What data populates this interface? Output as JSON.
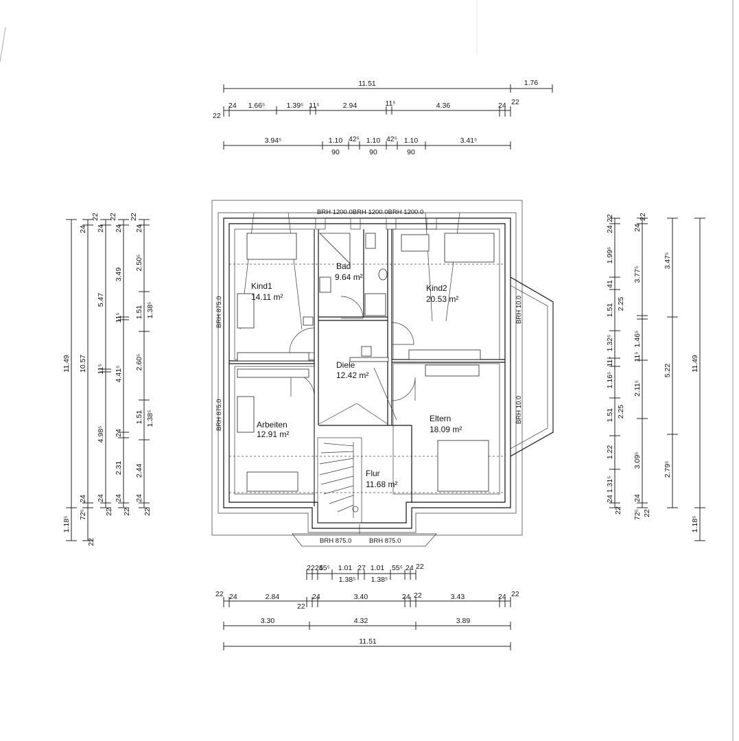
{
  "rooms": [
    {
      "name": "Kind1",
      "area": "14.11 m²"
    },
    {
      "name": "Bad",
      "area": "9.64 m²"
    },
    {
      "name": "Kind2",
      "area": "20.53 m²"
    },
    {
      "name": "Diele",
      "area": "12.42 m²"
    },
    {
      "name": "Arbeiten",
      "area": "12.91 m²"
    },
    {
      "name": "Eltern",
      "area": "18.09 m²"
    },
    {
      "name": "Flur",
      "area": "11.68 m²"
    }
  ],
  "window_labels": {
    "top": "BRH 1200.0BRH 1200.0BRH 1200.0",
    "left_upper": "BRH 875.0",
    "left_lower": "BRH 875.0",
    "right_upper": "BRH 10.0",
    "right_lower": "BRH 10.0",
    "bottom_left": "BRH 875.0",
    "bottom_right": "BRH 875.0"
  },
  "top_dims": {
    "overall": "11.51",
    "overhang": "1.76",
    "row2": [
      "22",
      "24",
      "1.66⁵",
      "1.39⁵",
      "11⁵",
      "2.94",
      "11⁵",
      "4.36",
      "24",
      "22"
    ],
    "row3": [
      "3.94⁵",
      "1.10",
      "42⁵",
      "1.10",
      "42⁵",
      "1.10",
      "3.41⁵"
    ],
    "row3_sub": [
      "90",
      "90",
      "90"
    ]
  },
  "bottom_dims": {
    "row1": [
      "22",
      "24",
      "55⁵",
      "1.01",
      "27",
      "1.01",
      "55⁵",
      "24",
      "22"
    ],
    "row1_sub": [
      "1.38⁵",
      "1.38⁵"
    ],
    "row2": [
      "22",
      "24",
      "2.84",
      "22",
      "24",
      "3.40",
      "24",
      "22",
      "3.43",
      "24",
      "22"
    ],
    "row3": [
      "3.30",
      "4.32",
      "3.89"
    ],
    "overall": "11.51"
  },
  "left_dims": {
    "col1": [
      "11.49",
      "1.18⁵"
    ],
    "col2": [
      "24",
      "10.57",
      "24",
      "72⁵",
      "22"
    ],
    "col3": [
      "22",
      "24",
      "5.47",
      "11⁵",
      "4.98⁵",
      "24",
      "22"
    ],
    "col4": [
      "22",
      "24",
      "3.49",
      "11⁵",
      "4.41⁵",
      "24",
      "2.31",
      "24",
      "22"
    ],
    "col5": [
      "22",
      "24",
      "2.50⁵",
      "1.51",
      "2.60⁵",
      "1.51",
      "2.44",
      "24",
      "22"
    ],
    "col6": [
      "1.38⁵",
      "1.38⁵"
    ]
  },
  "right_dims": {
    "col1": [
      "24",
      "22",
      "1.99⁵",
      "41",
      "1.51",
      "1.32⁵",
      "1.16⁵",
      "11⁵",
      "1.51",
      "1.22",
      "1.31⁵",
      "24",
      "22"
    ],
    "col2": [
      "2.25",
      "2.25"
    ],
    "col3": [
      "22",
      "24",
      "3.77⁵",
      "11⁵",
      "1.46⁵",
      "2.11⁵",
      "3.09⁵",
      "24",
      "72⁵",
      "22"
    ],
    "col4": [
      "3.47⁵",
      "5.22",
      "2.79⁵"
    ],
    "col5": [
      "11.49",
      "1.18⁵"
    ],
    "col_top": [
      "22",
      "24",
      "22"
    ]
  }
}
